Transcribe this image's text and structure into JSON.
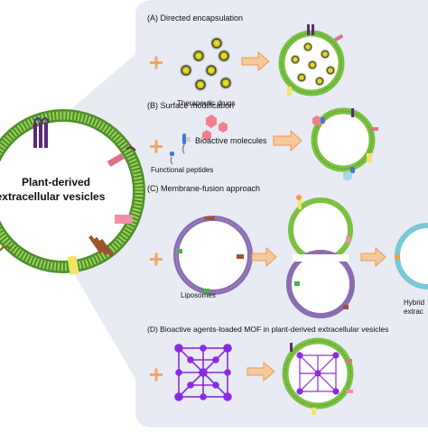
{
  "center": {
    "title_line1": "Plant-derived",
    "title_line2": "extracellular vesicles"
  },
  "panels": {
    "a": {
      "heading": "(A) Directed encapsulation",
      "caption": "Therapeutic drugs"
    },
    "b": {
      "heading": "(B) Surface modification",
      "caption_molecules": "Bioactive molecules",
      "caption_peptides": "Functional peptides"
    },
    "c": {
      "heading": "(C) Membrane-fusion approach",
      "caption_liposomes": "Liposomes",
      "caption_hybrid_1": "Hybrid",
      "caption_hybrid_2": "extrac"
    },
    "d": {
      "heading": "(D) Bioactive agents-loaded MOF in plant-derived extracellular vesicles"
    }
  },
  "colors": {
    "panel_bg": "#e8ebf3",
    "vesicle_green": "#7cc142",
    "vesicle_dark": "#4e8f2a",
    "liposome": "#8a6db0",
    "drug_core": "#c8c020",
    "arrow_orange": "#f0b070",
    "plus_orange": "#f2a566",
    "protein_purple": "#5a2a78",
    "protein_pink": "#e0708a",
    "mof_purple": "#8a2be2",
    "hybrid_blue": "#7ac7d8"
  },
  "icons": [
    "plus-icon",
    "arrow-right-icon",
    "vesicle-icon",
    "liposome-icon",
    "drug-particle-icon",
    "mof-cage-icon",
    "membrane-protein-icon"
  ]
}
